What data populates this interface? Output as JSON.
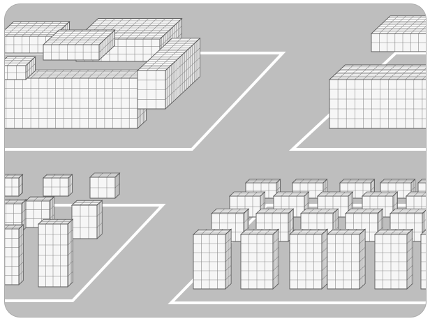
{
  "illustration": {
    "subject": "isometric-storage-blocks",
    "colors": {
      "ground": "#bebebe",
      "plot_outline": "#ffffff",
      "block_face": "#f6f6f6",
      "block_top": "#fafafa",
      "block_side": "#e4e4e4",
      "grid_line": "#8a8a8a",
      "edge_line": "#5a5a5a"
    },
    "quadrants": [
      {
        "id": "top-left",
        "arrangement": "dense-solid-mass"
      },
      {
        "id": "top-right",
        "arrangement": "dense-solid-mass"
      },
      {
        "id": "bottom-left",
        "arrangement": "spaced-stacks"
      },
      {
        "id": "bottom-right",
        "arrangement": "spaced-stacks"
      }
    ]
  }
}
